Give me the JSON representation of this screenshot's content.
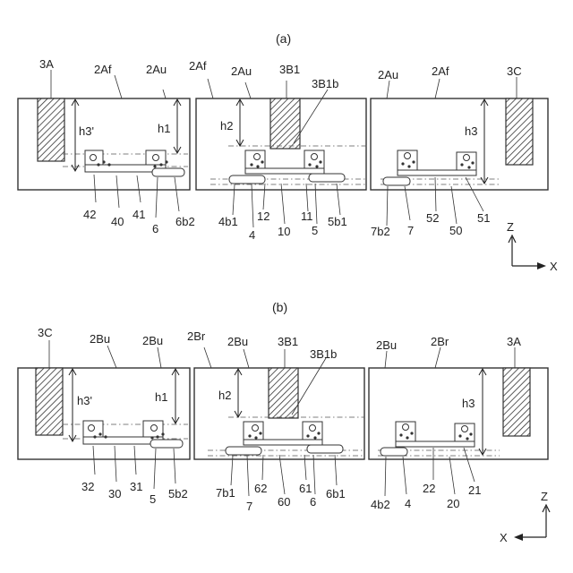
{
  "panels": [
    {
      "label": "(a)",
      "boxes": [
        {
          "labels": [
            {
              "id": "3A",
              "text": "3A"
            },
            {
              "id": "2Af",
              "text": "2Af"
            },
            {
              "id": "2Au",
              "text": "2Au"
            },
            {
              "id": "h3p",
              "text": "h3'"
            },
            {
              "id": "h1",
              "text": "h1"
            },
            {
              "id": "42",
              "text": "42"
            },
            {
              "id": "40",
              "text": "40"
            },
            {
              "id": "41",
              "text": "41"
            },
            {
              "id": "6",
              "text": "6"
            },
            {
              "id": "6b2",
              "text": "6b2"
            }
          ]
        },
        {
          "labels": [
            {
              "id": "2Af",
              "text": "2Af"
            },
            {
              "id": "2Au",
              "text": "2Au"
            },
            {
              "id": "3B1",
              "text": "3B1"
            },
            {
              "id": "3B1b",
              "text": "3B1b"
            },
            {
              "id": "h2",
              "text": "h2"
            },
            {
              "id": "4b1",
              "text": "4b1"
            },
            {
              "id": "4",
              "text": "4"
            },
            {
              "id": "12",
              "text": "12"
            },
            {
              "id": "10",
              "text": "10"
            },
            {
              "id": "11",
              "text": "11"
            },
            {
              "id": "5",
              "text": "5"
            },
            {
              "id": "5b1",
              "text": "5b1"
            }
          ]
        },
        {
          "labels": [
            {
              "id": "2Au",
              "text": "2Au"
            },
            {
              "id": "2Af",
              "text": "2Af"
            },
            {
              "id": "3C",
              "text": "3C"
            },
            {
              "id": "h3",
              "text": "h3"
            },
            {
              "id": "7b2",
              "text": "7b2"
            },
            {
              "id": "7",
              "text": "7"
            },
            {
              "id": "52",
              "text": "52"
            },
            {
              "id": "50",
              "text": "50"
            },
            {
              "id": "51",
              "text": "51"
            }
          ]
        }
      ],
      "axis": {
        "vertical": "Z",
        "horizontal": "X"
      }
    },
    {
      "label": "(b)",
      "boxes": [
        {
          "labels": [
            {
              "id": "3C",
              "text": "3C"
            },
            {
              "id": "2Bu",
              "text": "2Bu"
            },
            {
              "id": "2Bu2",
              "text": "2Bu"
            },
            {
              "id": "h3p",
              "text": "h3'"
            },
            {
              "id": "h1",
              "text": "h1"
            },
            {
              "id": "32",
              "text": "32"
            },
            {
              "id": "30",
              "text": "30"
            },
            {
              "id": "31",
              "text": "31"
            },
            {
              "id": "5",
              "text": "5"
            },
            {
              "id": "5b2",
              "text": "5b2"
            }
          ]
        },
        {
          "labels": [
            {
              "id": "2Br",
              "text": "2Br"
            },
            {
              "id": "2Bu",
              "text": "2Bu"
            },
            {
              "id": "3B1",
              "text": "3B1"
            },
            {
              "id": "3B1b",
              "text": "3B1b"
            },
            {
              "id": "h2",
              "text": "h2"
            },
            {
              "id": "7b1",
              "text": "7b1"
            },
            {
              "id": "7",
              "text": "7"
            },
            {
              "id": "62",
              "text": "62"
            },
            {
              "id": "60",
              "text": "60"
            },
            {
              "id": "61",
              "text": "61"
            },
            {
              "id": "6",
              "text": "6"
            },
            {
              "id": "6b1",
              "text": "6b1"
            }
          ]
        },
        {
          "labels": [
            {
              "id": "2Bu",
              "text": "2Bu"
            },
            {
              "id": "2Br",
              "text": "2Br"
            },
            {
              "id": "3A",
              "text": "3A"
            },
            {
              "id": "h3",
              "text": "h3"
            },
            {
              "id": "4b2",
              "text": "4b2"
            },
            {
              "id": "4",
              "text": "4"
            },
            {
              "id": "22",
              "text": "22"
            },
            {
              "id": "20",
              "text": "20"
            },
            {
              "id": "21",
              "text": "21"
            }
          ]
        }
      ],
      "axis": {
        "vertical": "Z",
        "horizontal": "X"
      }
    }
  ]
}
